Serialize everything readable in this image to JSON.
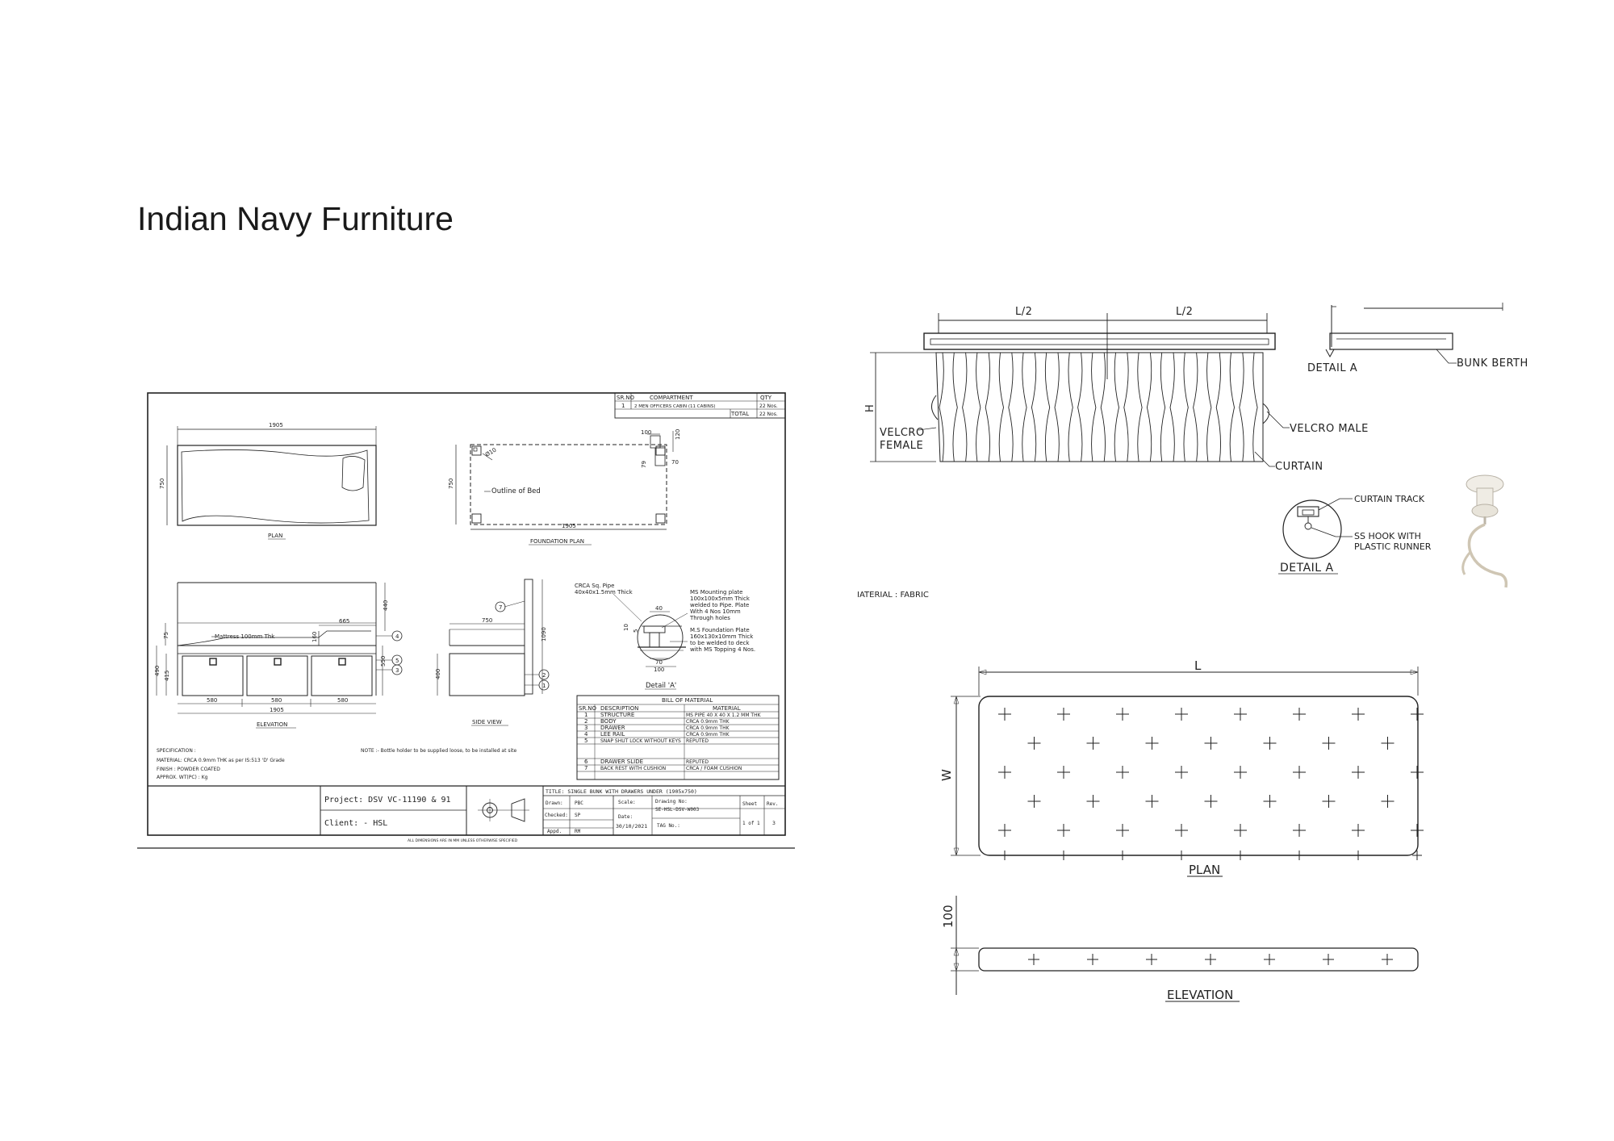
{
  "page": {
    "title": "Indian Navy Furniture"
  },
  "left_drawing": {
    "compartment_table": {
      "headers": [
        "SR.NO",
        "COMPARTMENT",
        "QTY"
      ],
      "row": [
        "1",
        "2 MEN OFFICERS CABIN (11 CABINS)",
        "22 Nos."
      ],
      "total_label": "TOTAL",
      "total_value": "22 Nos."
    },
    "plan": {
      "label": "PLAN",
      "width": "1905",
      "height": "750"
    },
    "foundation_plan": {
      "label": "FOUNDATION PLAN",
      "outline": "Outline of Bed",
      "width": "1905",
      "height": "750",
      "pipe": "Ø10",
      "dim_100": "100",
      "dim_120": "120",
      "dim_70": "70",
      "dim_79": "79"
    },
    "elevation": {
      "label": "ELEVATION",
      "mattress": "Mattress 100mm Thk",
      "dim_665": "665",
      "dim_440": "440",
      "dim_160": "160",
      "dim_75": "75",
      "dim_490": "490",
      "dim_415": "415",
      "dim_550": "550",
      "drawer_1": "580",
      "drawer_2": "580",
      "drawer_3": "580",
      "total": "1905",
      "balloon_4": "4",
      "balloon_5": "5",
      "balloon_3": "3"
    },
    "side_view": {
      "label": "SIDE VIEW",
      "dim_750": "750",
      "dim_1090": "1090",
      "dim_400": "400",
      "balloon_7": "7",
      "balloon_2": "2",
      "balloon_1": "1"
    },
    "detail": {
      "label": "Detail 'A'",
      "pipe": "CRCA Sq. Pipe",
      "pipe_size": "40x40x1.5mm Thick",
      "mounting_lines": [
        "MS Mounting plate",
        "100x100x5mm Thick",
        "welded to Pipe. Plate",
        "With 4 Nos 10mm",
        "Through holes"
      ],
      "foundation_lines": [
        "M.S Foundation Plate",
        "160x130x10mm Thick",
        "to be welded to deck",
        "with MS Topping 4 Nos."
      ],
      "dim_40": "40",
      "dim_10": "10",
      "dim_5": "5",
      "dim_70": "70",
      "dim_100": "100"
    },
    "bill_of_material": {
      "title": "BILL OF MATERIAL",
      "headers": [
        "SR.NO",
        "DESCRIPTION",
        "MATERIAL"
      ],
      "rows": [
        [
          "1",
          "STRUCTURE",
          "MS PIPE 40 X 40 X 1.2 MM THK"
        ],
        [
          "2",
          "BODY",
          "CRCA 0.9mm THK"
        ],
        [
          "3",
          "DRAWER",
          "CRCA 0.9mm THK"
        ],
        [
          "4",
          "LEE RAIL",
          "CRCA 0.9mm THK"
        ],
        [
          "5",
          "SNAP SHUT LOCK WITHOUT KEYS",
          "REPUTED"
        ],
        [
          "6",
          "DRAWER SLIDE",
          "REPUTED"
        ],
        [
          "7",
          "BACK REST WITH CUSHION",
          "CRCA / FOAM CUSHION"
        ]
      ]
    },
    "specification": {
      "lines": [
        "SPECIFICATION :",
        "MATERIAL: CRCA 0.9mm THK as per IS:513 'D' Grade",
        "FINISH : POWDER COATED",
        "APPROX. WT(PC) : Kg"
      ]
    },
    "note": "NOTE :- Bottle holder to be supplied loose, to be installed at site",
    "title_block": {
      "project": "Project: DSV VC-11190 & 91",
      "client": "Client: - HSL",
      "title": "TITLE: SINGLE BUNK WITH DRAWERS UNDER (1905x750)",
      "drawn_label": "Drawn:",
      "drawn_value": "PBC",
      "checked_label": "Checked:",
      "checked_value": "SP",
      "appd_label": "Appd.",
      "appd_value": "RM",
      "scale_label": "Scale:",
      "date_label": "Date:",
      "date_value": "30/10/2021",
      "drawing_no_label": "Drawing No:",
      "drawing_no_value": "SE-HSL-DSV-W003",
      "tag_label": "TAG No.:",
      "sheet_label": "Sheet",
      "sheet_value": "1 of 1",
      "rev_label": "Rev.",
      "rev_value": "3"
    },
    "footer": "ALL DIMENSIONS ARE IN MM UNLESS OTHERWISE SPECIFIED"
  },
  "right_drawing": {
    "curtain": {
      "dim_l2_a": "L/2",
      "dim_l2_b": "L/2",
      "dim_h": "H",
      "velcro_female_1": "VELCRO",
      "velcro_female_2": "FEMALE",
      "velcro_male": "VELCRO MALE",
      "curtain": "CURTAIN",
      "detail_a": "DETAIL  A",
      "bunk_berth": "BUNK BERTH",
      "material": "IATERIAL : FABRIC"
    },
    "detail_a": {
      "label": "DETAIL  A",
      "track": "CURTAIN  TRACK",
      "hook_1": "SS  HOOK  WITH",
      "hook_2": "PLASTIC  RUNNER"
    },
    "mattress_plan": {
      "dim_l": "L",
      "dim_w": "W",
      "label": "PLAN"
    },
    "mattress_elevation": {
      "dim_100": "100",
      "label": "ELEVATION"
    }
  }
}
